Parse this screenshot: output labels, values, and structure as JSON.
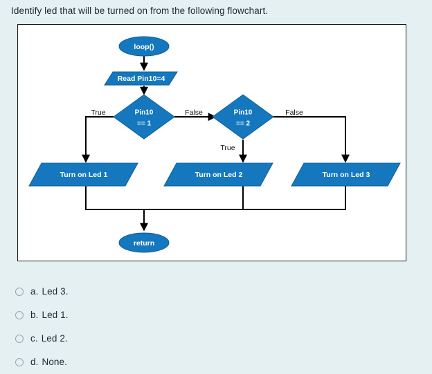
{
  "question": {
    "prompt": "Identify led that will be turned on from the following flowchart."
  },
  "flowchart": {
    "nodes": {
      "start": "loop()",
      "read": "Read Pin10=4",
      "decision1": {
        "line1": "Pin10",
        "line2": "== 1"
      },
      "decision2": {
        "line1": "Pin10",
        "line2": "== 2"
      },
      "action1": "Turn on Led 1",
      "action2": "Turn on Led 2",
      "action3": "Turn on Led 3",
      "end": "return"
    },
    "edge_labels": {
      "d1_true": "True",
      "d1_false": "False",
      "d2_true": "True",
      "d2_false": "False"
    },
    "colors": {
      "shape_fill": "#1578be",
      "shape_stroke": "#0f5f93",
      "line": "#000000",
      "label": "#ffffff"
    }
  },
  "answers": {
    "options": [
      {
        "key": "a.",
        "text": "Led 3.",
        "selected": false
      },
      {
        "key": "b.",
        "text": "Led 1.",
        "selected": false
      },
      {
        "key": "c.",
        "text": "Led 2.",
        "selected": false
      },
      {
        "key": "d.",
        "text": "None.",
        "selected": false
      }
    ]
  }
}
